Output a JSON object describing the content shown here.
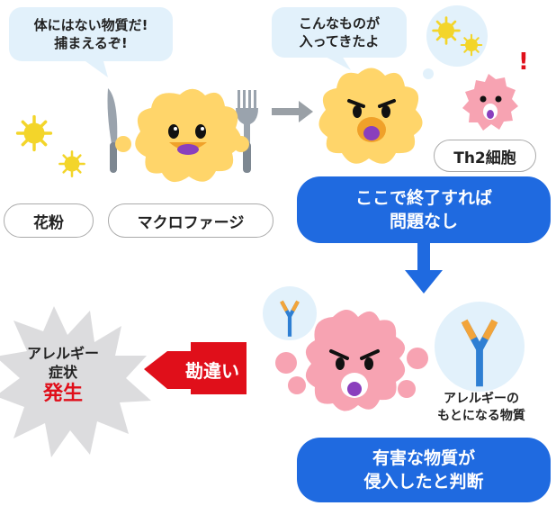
{
  "bubbles": {
    "macrophage_line1": "体にはない物質だ!",
    "macrophage_line2": "捕まえるぞ!",
    "report_line1": "こんなものが",
    "report_line2": "入ってきたよ"
  },
  "labels": {
    "pollen": "花粉",
    "macrophage": "マクロファージ",
    "th2": "Th2細胞",
    "antibody_line1": "アレルギーの",
    "antibody_line2": "もとになる物質"
  },
  "exclaim": "!",
  "boxes": {
    "stop_line1": "ここで終了すれば",
    "stop_line2": "問題なし",
    "harmful_line1": "有害な物質が",
    "harmful_line2": "侵入したと判断"
  },
  "misjudge": "勘違い",
  "outcome": {
    "line1": "アレルギー",
    "line2": "症状",
    "line3": "発生"
  },
  "colors": {
    "blue": "#1f6ae0",
    "red": "#e00f1a",
    "cell_yellow": "#ffd56a",
    "cell_pink": "#f7a3b2",
    "pollen": "#f3d52a",
    "bubble": "#e2f1fb",
    "starburst": "#dcdcde"
  }
}
